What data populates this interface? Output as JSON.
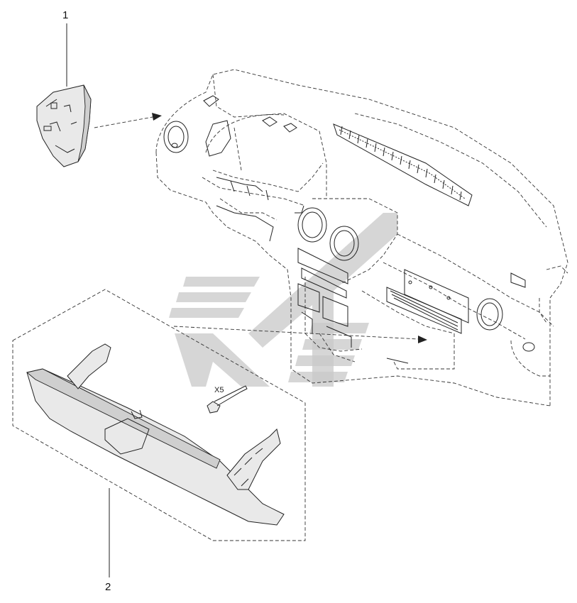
{
  "diagram": {
    "callouts": [
      {
        "id": "1",
        "label": "1"
      },
      {
        "id": "2",
        "label": "2"
      }
    ],
    "quantity_label": "X5"
  }
}
